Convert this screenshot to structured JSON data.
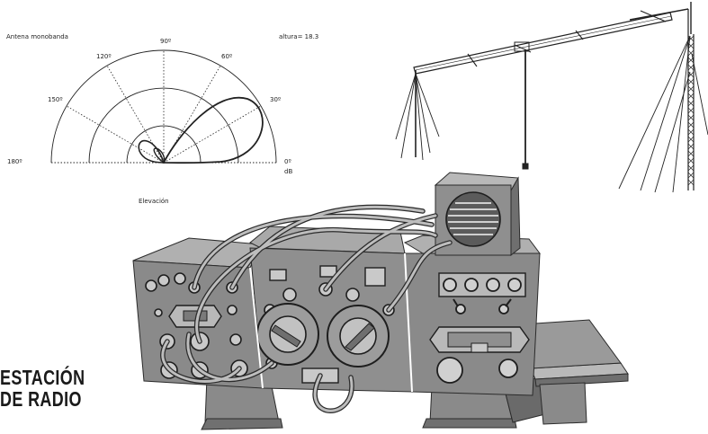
{
  "polar": {
    "title": "Antena monobanda",
    "height_label": "altura= 18.3",
    "caption": "Elevación",
    "unit": "dB",
    "angle_labels": [
      "180º",
      "150º",
      "120º",
      "90º",
      "60º",
      "30º",
      "0º"
    ]
  },
  "heading": {
    "line1": "ESTACIÓN",
    "line2": "DE RADIO"
  },
  "colors": {
    "panel": "#8a8a8a",
    "panel_dark": "#555555",
    "panel_light": "#b9b9b9",
    "outline": "#2b2b2b"
  }
}
